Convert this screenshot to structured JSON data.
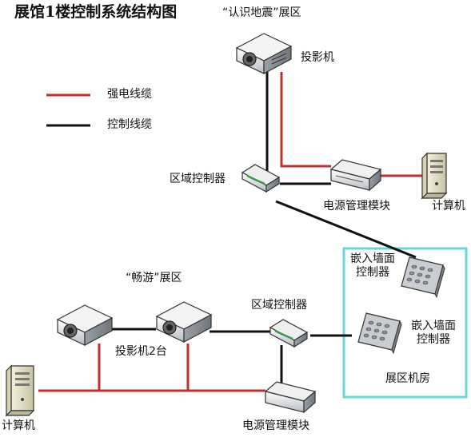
{
  "title": "展馆1楼控制系统结构图",
  "legend": {
    "power_cable": "强电线缆",
    "control_cable": "控制线缆"
  },
  "colors": {
    "power_cable": "#c0302c",
    "control_cable": "#111111",
    "machine_room_border": "#67d8d8"
  },
  "top_zone": {
    "name": "“认识地震”展区",
    "projector": "投影机",
    "zone_controller": "区域控制器",
    "power_module": "电源管理模块",
    "computer": "计算机"
  },
  "bottom_zone": {
    "name": "“畅游”展区",
    "projectors": "投影机2台",
    "zone_controller": "区域控制器",
    "power_module": "电源管理模块",
    "computer": "计算机"
  },
  "machine_room": {
    "name": "展区机房",
    "wall_controller_1": "嵌入墙面控制器",
    "wall_controller_2": "嵌入墙面控制器"
  }
}
